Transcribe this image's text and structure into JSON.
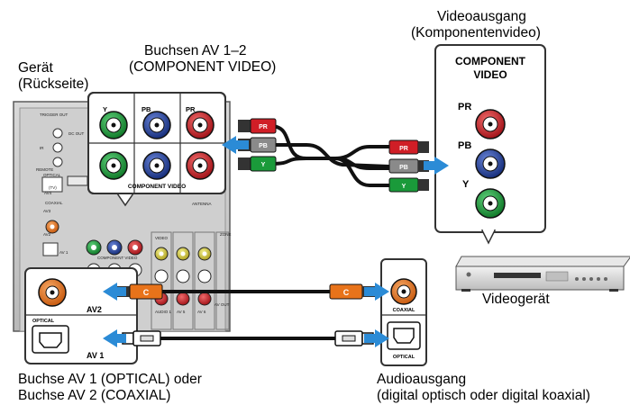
{
  "labels": {
    "device_title": "Gerät",
    "device_subtitle": "(Rückseite)",
    "jacks_title": "Buchsen AV 1–2",
    "jacks_subtitle": "(COMPONENT VIDEO)",
    "video_out_title": "Videoausgang",
    "video_out_subtitle": "(Komponentenvideo)",
    "video_device": "Videogerät",
    "audio_jacks_line1": "Buchse AV 1 (OPTICAL) oder",
    "audio_jacks_line2": "Buchse AV 2 (COAXIAL)",
    "audio_out_title": "Audioausgang",
    "audio_out_subtitle": "(digital optisch oder digital koaxial)"
  },
  "receiver_zoom": {
    "jack_labels": [
      "Y",
      "PB",
      "PR"
    ],
    "caption": "COMPONENT VIDEO"
  },
  "source_panel": {
    "title_line1": "COMPONENT",
    "title_line2": "VIDEO",
    "jack_labels": [
      "PR",
      "PB",
      "Y"
    ]
  },
  "cable_plugs": {
    "component": [
      "PR",
      "PB",
      "Y"
    ],
    "coax": "C"
  },
  "audio_zoom": {
    "coax_label": "AV2",
    "optical_small": "OPTICAL",
    "optical_label": "AV 1"
  },
  "source_audio": {
    "coax_label": "COAXIAL",
    "optical_label": "OPTICAL"
  },
  "receiver_back": {
    "texts": [
      "TRIGGER OUT",
      "DC OUT",
      "IR",
      "REMOTE",
      "OPTICAL",
      "(TV)",
      "AV4",
      "COAXIAL",
      "AV3",
      "AV2",
      "AV 1",
      "COMPONENT VIDEO",
      "ANTENNA",
      "VIDEO",
      "AUDIO 1",
      "AV 5",
      "AV 6",
      "AV OUT",
      "ZONE"
    ]
  },
  "colors": {
    "green": "#1a9a3a",
    "blue": "#1f3e9c",
    "red": "#d01e26",
    "orange": "#e8731a",
    "arrow": "#2b8bd6"
  }
}
